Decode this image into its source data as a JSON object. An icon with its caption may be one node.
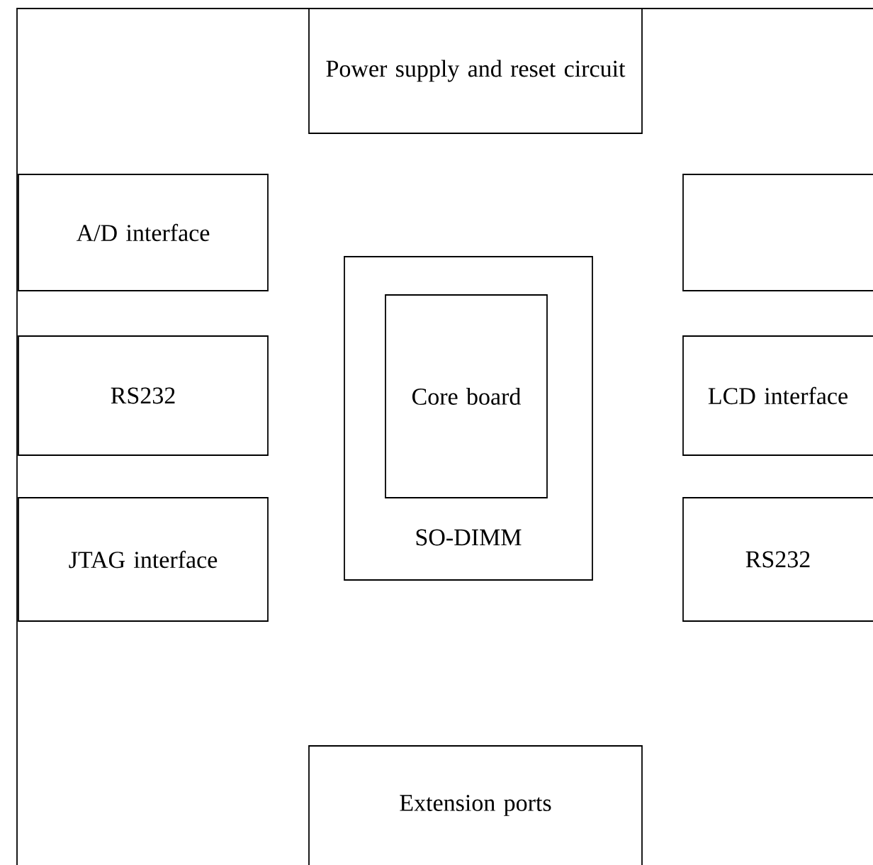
{
  "diagram": {
    "nodes": [
      {
        "text": [
          "Power supply and reset circuit"
        ]
      },
      {
        "text": [
          "A/D interface"
        ]
      },
      {
        "text": [],
        "shape": "box"
      },
      {
        "text": [
          "SO-DIMM"
        ]
      },
      {
        "text": [
          "Core board"
        ],
        "in": 3
      },
      {
        "text": [
          "RS232"
        ]
      },
      {
        "text": [
          "LCD interface"
        ]
      },
      {
        "text": [
          "JTAG interface"
        ]
      },
      {
        "text": [
          "RS232"
        ]
      },
      {
        "text": [
          "Extension ports"
        ]
      }
    ]
  }
}
